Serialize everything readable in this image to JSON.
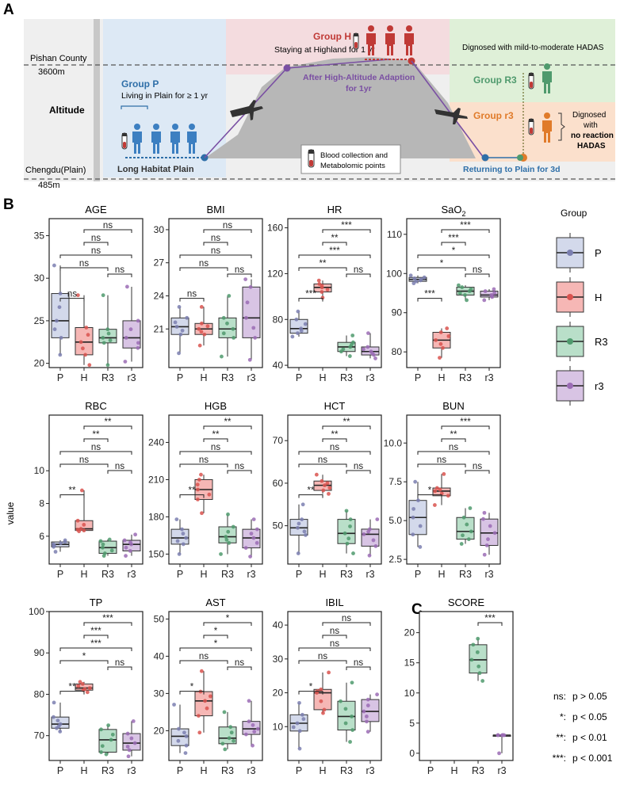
{
  "panels": {
    "A": "A",
    "B": "B",
    "C": "C"
  },
  "schematic": {
    "altitude_label": "Altitude",
    "pishan_label": "Pishan County",
    "pishan_alt": "3600m",
    "chengdu_label": "Chengdu(Plain)",
    "chengdu_alt": "485m",
    "group_p_title": "Group P",
    "group_p_desc": "Living in Plain for ≥ 1 yr",
    "long_habitat": "Long Habitat Plain",
    "group_h_title": "Group H",
    "group_h_desc": "Staying at Highland for 1 yr",
    "adaption_line1": "After High-Altitude Adaption",
    "adaption_line2": "for 1yr",
    "legend_line1": "Blood collection and",
    "legend_line2": "Metabolomic points",
    "diagnosed_mm": "Dignosed with mild-to-moderate HADAS",
    "group_r3": "Group R3",
    "group_r3_small": "Group r3",
    "diag_no_1": "Dignosed",
    "diag_no_2": "with",
    "diag_no_3": "no reaction",
    "diag_no_4": "HADAS",
    "returning": "Returning to Plain for 3d"
  },
  "colors": {
    "P": "#d3d9eb",
    "H": "#f6b7b5",
    "R3": "#b9dfc9",
    "r3": "#d8c4e4",
    "Pdot": "#7b7fb0",
    "Hdot": "#d9534f",
    "R3dot": "#4f9a6d",
    "r3dot": "#9b6cb5"
  },
  "legend": {
    "title": "Group",
    "items": [
      "P",
      "H",
      "R3",
      "r3"
    ]
  },
  "ylabel": "value",
  "sig_key": [
    {
      "sym": "ns:",
      "text": "p > 0.05"
    },
    {
      "sym": "*:",
      "text": "p < 0.05"
    },
    {
      "sym": "**:",
      "text": "p < 0.01"
    },
    {
      "sym": "***:",
      "text": "p < 0.001"
    }
  ],
  "chart_data": [
    {
      "type": "box",
      "title": "AGE",
      "categories": [
        "P",
        "H",
        "R3",
        "r3"
      ],
      "ylim": [
        19.5,
        37
      ],
      "yticks": [
        20,
        25,
        30,
        35
      ],
      "boxes": [
        [
          21,
          23,
          25,
          28.2,
          31.5
        ],
        [
          19.8,
          21,
          22.5,
          24.2,
          28
        ],
        [
          19.8,
          22.4,
          23,
          24,
          28
        ],
        [
          20.2,
          21.8,
          23,
          25,
          29
        ]
      ],
      "sig": [
        "ns",
        "ns",
        "ns",
        "ns",
        "ns",
        "ns"
      ]
    },
    {
      "type": "box",
      "title": "BMI",
      "categories": [
        "P",
        "H",
        "R3",
        "r3"
      ],
      "ylim": [
        17.5,
        31
      ],
      "yticks": [
        21,
        24,
        27,
        30
      ],
      "boxes": [
        [
          18.8,
          20.5,
          21.2,
          22,
          23
        ],
        [
          19.5,
          20.5,
          21,
          21.5,
          23
        ],
        [
          18.5,
          20.2,
          21,
          22,
          24
        ],
        [
          18.2,
          20.2,
          22,
          24.8,
          25.5
        ]
      ],
      "sig": [
        "ns",
        "ns",
        "ns",
        "ns",
        "ns",
        "ns"
      ]
    },
    {
      "type": "box",
      "title": "HR",
      "categories": [
        "P",
        "H",
        "R3",
        "r3"
      ],
      "ylim": [
        38,
        168
      ],
      "yticks": [
        40,
        80,
        120,
        160
      ],
      "boxes": [
        [
          65,
          68,
          72,
          80,
          87
        ],
        [
          99,
          104,
          108,
          111,
          114
        ],
        [
          48,
          52,
          56,
          60,
          66
        ],
        [
          46,
          49,
          52,
          56,
          68
        ]
      ],
      "sig": [
        "***",
        "ns",
        "**",
        "***",
        "**",
        "***"
      ]
    },
    {
      "type": "box",
      "title": "SaO2",
      "title_sub": "2",
      "categories": [
        "P",
        "H",
        "R3",
        "r3"
      ],
      "ylim": [
        76,
        114
      ],
      "yticks": [
        80,
        90,
        100,
        110
      ],
      "boxes": [
        [
          97.5,
          98,
          98.5,
          99,
          99.5
        ],
        [
          78.5,
          81,
          83,
          85,
          86
        ],
        [
          93.2,
          94.5,
          95.5,
          96.5,
          97
        ],
        [
          93.2,
          94,
          94.5,
          95.5,
          96
        ]
      ],
      "sig": [
        "***",
        "ns",
        "*",
        "*",
        "***",
        "***"
      ]
    },
    {
      "type": "box",
      "title": "RBC",
      "categories": [
        "P",
        "H",
        "R3",
        "r3"
      ],
      "ylim": [
        4.3,
        13.4
      ],
      "yticks": [
        6,
        8,
        10
      ],
      "boxes": [
        [
          5.05,
          5.35,
          5.5,
          5.65,
          5.75
        ],
        [
          6.3,
          6.35,
          6.45,
          6.95,
          8.8
        ],
        [
          4.8,
          4.95,
          5.3,
          5.7,
          5.8
        ],
        [
          4.8,
          5.1,
          5.5,
          5.75,
          6.1
        ]
      ],
      "sig": [
        "**",
        "ns",
        "ns",
        "ns",
        "**",
        "**"
      ]
    },
    {
      "type": "box",
      "title": "HGB",
      "categories": [
        "P",
        "H",
        "R3",
        "r3"
      ],
      "ylim": [
        142,
        262
      ],
      "yticks": [
        150,
        180,
        210,
        240
      ],
      "boxes": [
        [
          150,
          158,
          163,
          170,
          178
        ],
        [
          183,
          194,
          202,
          210,
          214
        ],
        [
          150,
          159,
          164,
          172,
          182
        ],
        [
          148,
          155,
          163,
          170,
          178
        ]
      ],
      "sig": [
        "**",
        "ns",
        "ns",
        "ns",
        "**",
        "**"
      ]
    },
    {
      "type": "box",
      "title": "HCT",
      "categories": [
        "P",
        "H",
        "R3",
        "r3"
      ],
      "ylim": [
        41,
        76
      ],
      "yticks": [
        50,
        60,
        70
      ],
      "boxes": [
        [
          43.5,
          47.8,
          49.5,
          51.5,
          55
        ],
        [
          57.5,
          58.3,
          59.5,
          60.5,
          62
        ],
        [
          43.5,
          45.8,
          48.2,
          51.5,
          53.5
        ],
        [
          43,
          45.2,
          48,
          49.2,
          51.5
        ]
      ],
      "sig": [
        "**",
        "ns",
        "ns",
        "ns",
        "**",
        "**"
      ]
    },
    {
      "type": "box",
      "title": "BUN",
      "categories": [
        "P",
        "H",
        "R3",
        "r3"
      ],
      "ylim": [
        2.2,
        11.8
      ],
      "yticks": [
        2.5,
        5.0,
        7.5,
        10.0
      ],
      "boxes": [
        [
          3.3,
          4.1,
          5.2,
          6.3,
          7.5
        ],
        [
          6,
          6.6,
          6.9,
          7.1,
          8
        ],
        [
          3.5,
          3.8,
          4.3,
          5.2,
          5.8
        ],
        [
          2.8,
          3.4,
          4.2,
          5.1,
          5.5
        ]
      ],
      "sig": [
        "*",
        "ns",
        "ns",
        "ns",
        "**",
        "***"
      ]
    },
    {
      "type": "box",
      "title": "TP",
      "categories": [
        "P",
        "H",
        "R3",
        "r3"
      ],
      "ylim": [
        64,
        100
      ],
      "yticks": [
        70,
        80,
        90,
        100
      ],
      "boxes": [
        [
          71,
          71.8,
          72.8,
          74.5,
          78
        ],
        [
          80.5,
          81,
          81.5,
          82.5,
          83
        ],
        [
          65.5,
          66,
          69,
          71.5,
          72.5
        ],
        [
          65,
          66.5,
          68.2,
          70.5,
          73.5
        ]
      ],
      "sig": [
        "**",
        "ns",
        "*",
        "***",
        "***",
        "***"
      ]
    },
    {
      "type": "box",
      "title": "AST",
      "categories": [
        "P",
        "H",
        "R3",
        "r3"
      ],
      "ylim": [
        12,
        52
      ],
      "yticks": [
        20,
        30,
        40,
        50
      ],
      "boxes": [
        [
          14,
          16,
          18.5,
          20.5,
          27
        ],
        [
          19.5,
          24,
          28,
          30.5,
          36
        ],
        [
          15,
          16.5,
          18,
          21,
          25
        ],
        [
          16,
          19,
          20.5,
          22.5,
          28
        ]
      ],
      "sig": [
        "*",
        "ns",
        "ns",
        "*",
        "*",
        "*"
      ]
    },
    {
      "type": "box",
      "title": "IBIL",
      "categories": [
        "P",
        "H",
        "R3",
        "r3"
      ],
      "ylim": [
        0,
        44
      ],
      "yticks": [
        10,
        20,
        30,
        40
      ],
      "boxes": [
        [
          3.5,
          8.7,
          11,
          13.5,
          17
        ],
        [
          14,
          15,
          20,
          21,
          26
        ],
        [
          5.5,
          9,
          13,
          17.5,
          23
        ],
        [
          8.5,
          11.5,
          14.5,
          18,
          19.5
        ]
      ],
      "sig": [
        "*",
        "ns",
        "ns",
        "ns",
        "ns",
        "ns"
      ]
    },
    {
      "type": "box",
      "title": "SCORE",
      "categories": [
        "P",
        "H",
        "R3",
        "r3"
      ],
      "ylim": [
        -1.2,
        23.5
      ],
      "yticks": [
        0,
        5,
        10,
        15,
        20
      ],
      "boxes": [
        null,
        null,
        [
          12,
          13.3,
          15.5,
          18,
          19
        ],
        [
          0,
          3,
          3,
          3,
          3
        ]
      ],
      "sig": [
        "***"
      ]
    }
  ]
}
